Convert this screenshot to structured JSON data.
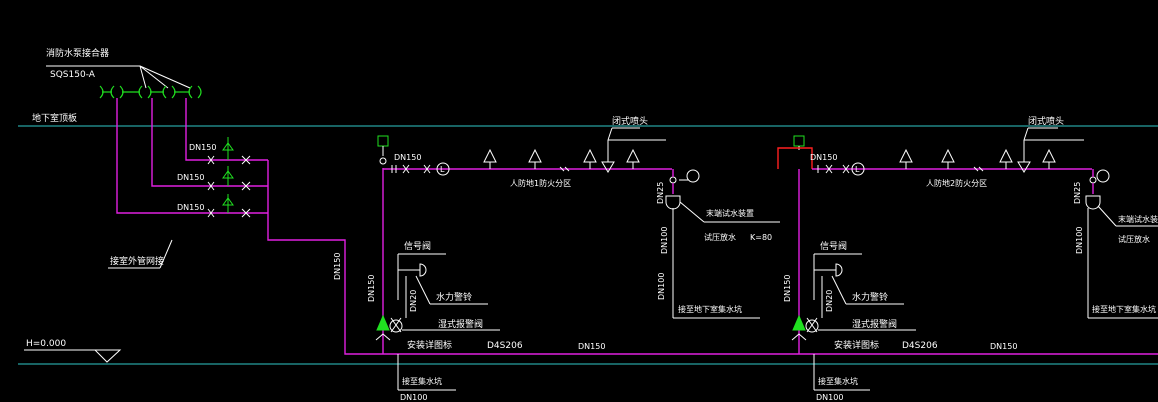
{
  "labels": {
    "adapter_title": "消防水泵接合器",
    "adapter_model": "SQS150-A",
    "basement_floor": "地下室顶板",
    "elevation": "H=0.000",
    "pump_connection": "接室外管网接",
    "dn150_a": "DN150",
    "dn150_b": "DN150",
    "dn150_c": "DN150",
    "dn150_vertical": "DN150",
    "dn150_main_1": "DN150",
    "dn150_main_2": "DN150",
    "dn150_z1": "DN150",
    "dn150_z2": "DN150",
    "dn150_v1": "DN150",
    "dn150_v2": "DN150",
    "dn100_out_1": "DN100",
    "dn100_out_2": "DN100",
    "dn100_v1": "DN100",
    "dn100_v2": "DN100",
    "dn100_v3": "DN100",
    "dn25_1": "DN25",
    "dn25_2": "DN25",
    "dn20_1": "DN20",
    "dn20_2": "DN20",
    "sprinkler_1": "闭式喷头",
    "sprinkler_2": "闭式喷头",
    "zone_1": "人防地1防火分区",
    "zone_2": "人防地2防火分区",
    "signal_valve_1": "信号阀",
    "signal_valve_2": "信号阀",
    "flow_ind_1": "水力警铃",
    "flow_ind_2": "水力警铃",
    "alarm_valve_1": "湿式报警阀",
    "alarm_valve_2": "湿式报警阀",
    "test_valve_1": "末端试水装置",
    "test_valve_2": "末端试水装置",
    "test_pipe_1": "试压放水",
    "test_pipe_2": "试压放水",
    "k80": "K=80",
    "drain_1": "接至地下室集水坑",
    "drain_2": "接至地下室集水坑",
    "install_1": "安装详图标",
    "install_2": "安装详图标",
    "model_1": "D4S206",
    "model_2": "D4S206",
    "drain_out_1": "接至集水坑",
    "drain_out_2": "接至集水坑"
  },
  "colors": {
    "pipe": "#e020e0",
    "pipe_red": "#ff2020",
    "ground": "#30c8c8",
    "valve": "#20e020",
    "text": "#ffffff"
  }
}
